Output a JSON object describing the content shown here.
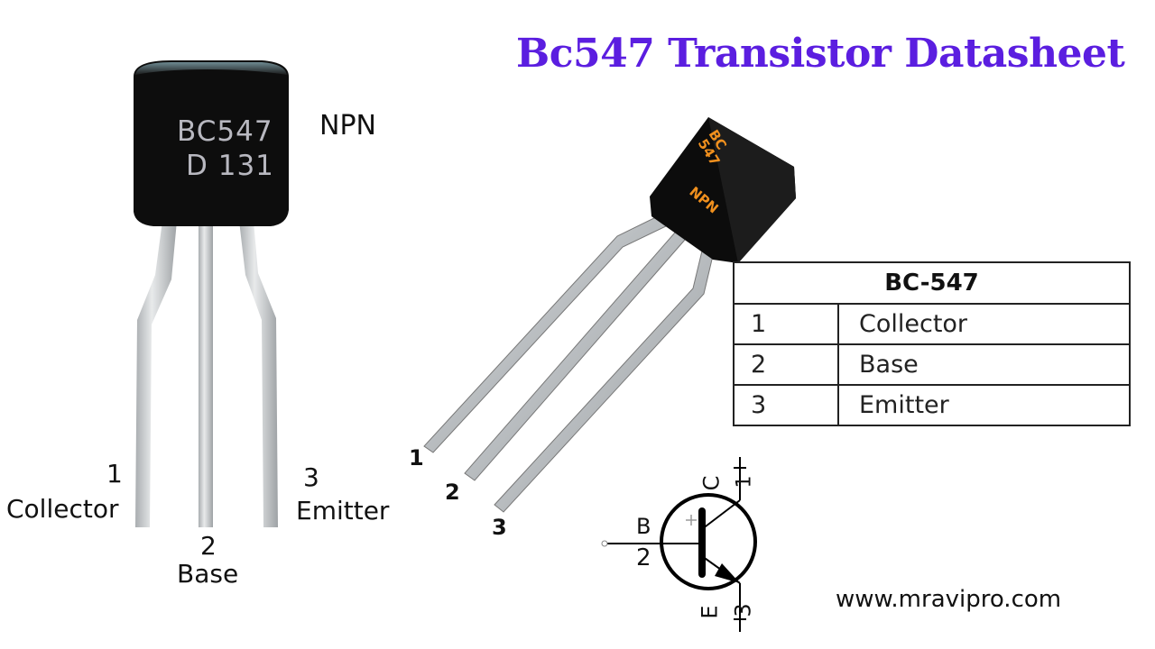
{
  "header": {
    "title": "Bc547 Transistor Datasheet",
    "title_color": "#5b1ee0"
  },
  "photo": {
    "marking_line1": "BC547",
    "marking_line2": "D 131",
    "type_label": "NPN",
    "pins": [
      {
        "number": "1",
        "name": "Collector"
      },
      {
        "number": "2",
        "name": "Base"
      },
      {
        "number": "3",
        "name": "Emitter"
      }
    ]
  },
  "render3d": {
    "marking_line1": "BC",
    "marking_line2": "547",
    "type_label": "NPN",
    "marking_color": "#f0901e",
    "pin_numbers": [
      "1",
      "2",
      "3"
    ]
  },
  "pin_table": {
    "header": "BC-547",
    "rows": [
      {
        "pin": "1",
        "name": "Collector"
      },
      {
        "pin": "2",
        "name": "Base"
      },
      {
        "pin": "3",
        "name": "Emitter"
      }
    ]
  },
  "symbol": {
    "base_letter": "B",
    "base_number": "2",
    "collector_letter": "C",
    "collector_number": "1",
    "emitter_letter": "E",
    "emitter_number": "3",
    "polarity_mark": "+"
  },
  "footer": {
    "url": "www.mravipro.com"
  }
}
